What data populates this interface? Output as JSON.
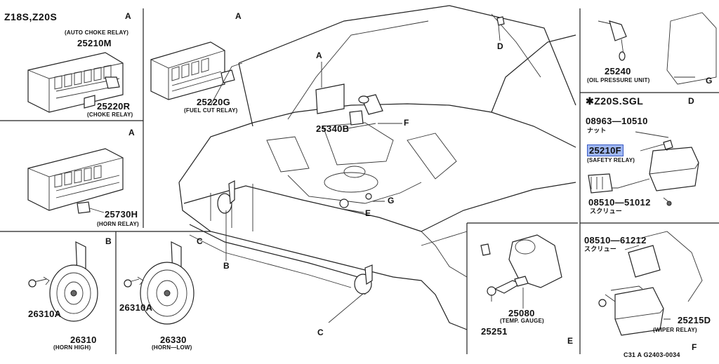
{
  "diagram": {
    "code": "C31 A G2403-0034",
    "panels": [
      {
        "id": "tl",
        "header": "Z18S,Z20S",
        "letter": "A",
        "labels": [
          {
            "k": "auto",
            "text": "(AUTO CHOKE RELAY)"
          },
          {
            "k": "p1",
            "text": "25210M"
          },
          {
            "k": "p2",
            "text": "25220R"
          },
          {
            "k": "p2d",
            "text": "(CHOKE RELAY)"
          }
        ]
      },
      {
        "id": "tm",
        "letter": "A",
        "labels": [
          {
            "k": "p1",
            "text": "25220G"
          },
          {
            "k": "p1d",
            "text": "(FUEL CUT RELAY)"
          }
        ]
      },
      {
        "id": "ml",
        "letter": "A",
        "labels": [
          {
            "k": "p1",
            "text": "25730H"
          },
          {
            "k": "p1d",
            "text": "(HORN RELAY)"
          }
        ]
      },
      {
        "id": "bl1",
        "letter": "B",
        "labels": [
          {
            "k": "p1",
            "text": "26310A"
          },
          {
            "k": "p2",
            "text": "26310"
          },
          {
            "k": "p2d",
            "text": "(HORN  HIGH)"
          }
        ]
      },
      {
        "id": "bl2",
        "letter": "C",
        "labels": [
          {
            "k": "p1",
            "text": "26310A"
          },
          {
            "k": "p2",
            "text": "26330"
          },
          {
            "k": "p2d",
            "text": "(HORN—LOW)"
          }
        ]
      },
      {
        "id": "tr",
        "letter": "G",
        "labels": [
          {
            "k": "p1",
            "text": "25240"
          },
          {
            "k": "p1d",
            "text": "(OIL PRESSURE UNIT)"
          }
        ]
      },
      {
        "id": "mr",
        "header": "✱Z20S.SGL",
        "letter": "D",
        "labels": [
          {
            "k": "p1",
            "text": "08963—10510"
          },
          {
            "k": "p1j",
            "text": "ナット"
          },
          {
            "k": "p2",
            "text": "25210F"
          },
          {
            "k": "p2d",
            "text": "(SAFETY RELAY)"
          },
          {
            "k": "p3",
            "text": "08510—51012"
          },
          {
            "k": "p3j",
            "text": "スクリュー"
          }
        ]
      },
      {
        "id": "br",
        "letter": "F",
        "labels": [
          {
            "k": "p1",
            "text": "08510—61212"
          },
          {
            "k": "p1j",
            "text": "スクリュー"
          },
          {
            "k": "p2",
            "text": "25215D"
          },
          {
            "k": "p2d",
            "text": "(WIPER RELAY)"
          }
        ]
      },
      {
        "id": "bm",
        "letter": "E",
        "labels": [
          {
            "k": "p1",
            "text": "25080"
          },
          {
            "k": "p1d",
            "text": "(TEMP. GAUGE)"
          },
          {
            "k": "p2",
            "text": "25251"
          }
        ]
      }
    ],
    "center": {
      "callouts": [
        "A",
        "D",
        "F",
        "G",
        "E",
        "B",
        "C"
      ],
      "part": "25340B"
    }
  },
  "colors": {
    "highlight": "#9fb7f2",
    "ink": "#111111"
  }
}
